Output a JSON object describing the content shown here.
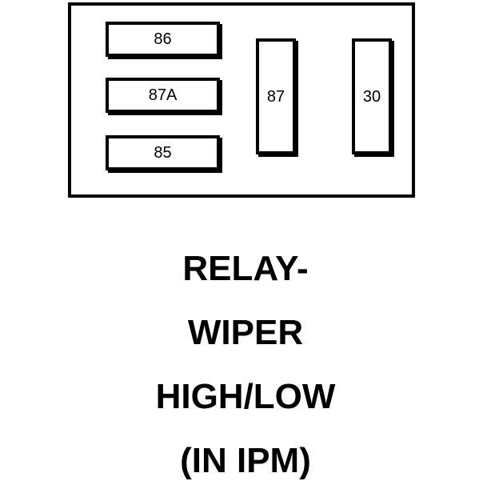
{
  "relay": {
    "terminals": {
      "t86": "86",
      "t87a": "87A",
      "t85": "85",
      "t87": "87",
      "t30": "30"
    }
  },
  "caption": {
    "lines": [
      "RELAY-",
      "WIPER",
      "HIGH/LOW",
      "(IN IPM)"
    ]
  }
}
